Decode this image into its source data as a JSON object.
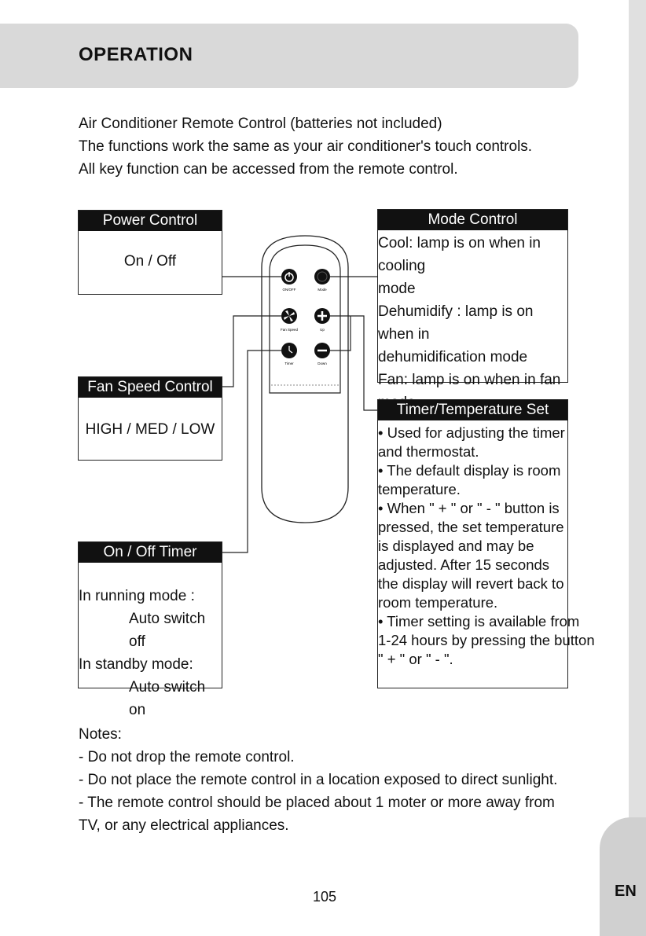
{
  "header": {
    "title": "OPERATION"
  },
  "intro": [
    "Air Conditioner Remote Control (batteries not included)",
    "The functions work the same as your air conditioner's touch controls.",
    "All key function can be accessed from the remote control."
  ],
  "power_control": {
    "title": "Power Control",
    "text": "On / Off"
  },
  "fan_speed_control": {
    "title": "Fan Speed Control",
    "text": "HIGH /  MED / LOW"
  },
  "timer_control": {
    "title": "On / Off Timer Control",
    "lines": [
      "In running mode :",
      "Auto switch off",
      "In standby mode:",
      "Auto switch on"
    ]
  },
  "mode_control": {
    "title": "Mode  Control",
    "lines": [
      "Cool: lamp is on when in cooling",
      "mode",
      "Dehumidify : lamp is on when in",
      "dehumidification mode",
      "Fan:  lamp is on when in fan",
      "mode"
    ]
  },
  "temp_control": {
    "title": "Timer/Temperature Set Control",
    "lines": [
      "•  Used  for  adjusting  the  timer",
      "and thermostat.",
      "•  The  default  display  is  room",
      "temperature.",
      "•  When  \" + \" or  \" - \" button  is",
      "pressed, the set  temperature",
      "is  displayed  and  may  be",
      "adjusted.  After  15  seconds",
      "the display  will  revert  back  to",
      "room temperature.",
      "• Timer setting is available from",
      "1-24 hours by pressing the button",
      "\" + \" or  \" - \"."
    ]
  },
  "remote": {
    "buttons": [
      {
        "label": "ON/OFF",
        "icon": "power-icon"
      },
      {
        "label": "Mode",
        "icon": "circle-icon"
      },
      {
        "label": "Fan Speed",
        "icon": "fan-icon"
      },
      {
        "label": "Up",
        "icon": "plus-icon"
      },
      {
        "label": "Timer",
        "icon": "clock-icon"
      },
      {
        "label": "Down",
        "icon": "minus-icon"
      }
    ]
  },
  "notes": {
    "title": "Notes:",
    "items": [
      "- Do not drop the remote control.",
      "- Do not place the remote control in a location exposed to direct sunlight.",
      "- The remote control should be placed about 1 moter or more away from TV, or  any electrical appliances."
    ]
  },
  "page_number": "105",
  "language_tab": "EN"
}
